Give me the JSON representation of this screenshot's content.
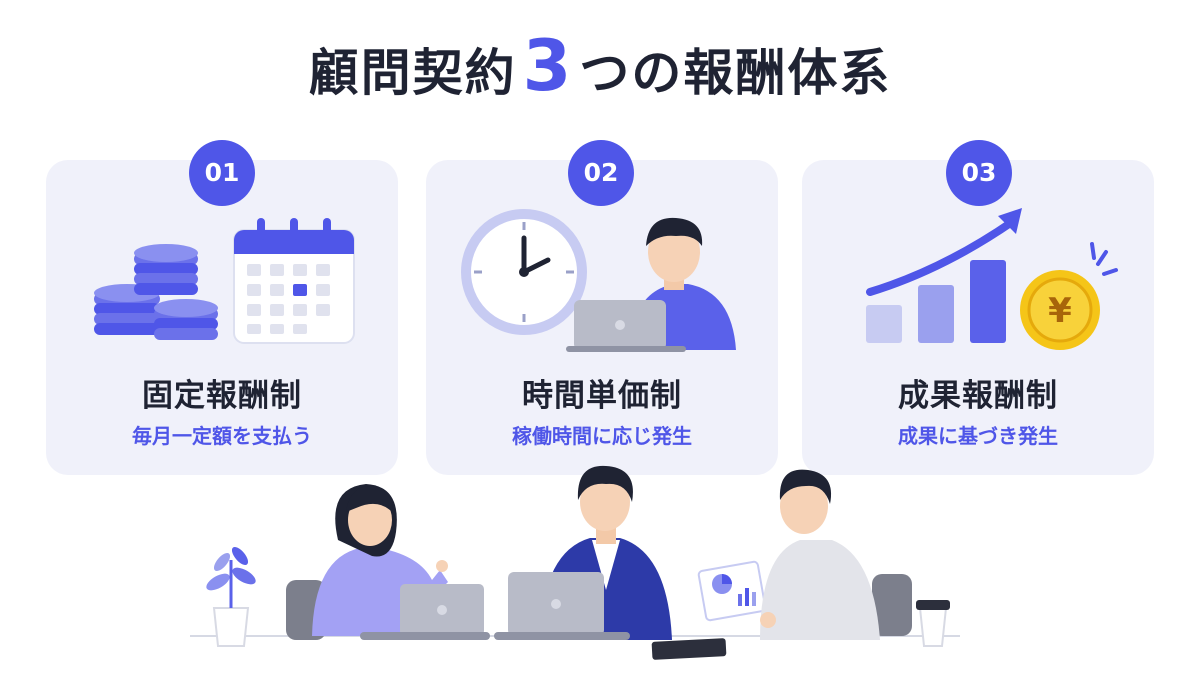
{
  "title": {
    "prefix": "顧問契約",
    "number": "3",
    "suffix": "つの報酬体系"
  },
  "colors": {
    "accent": "#4f56e8",
    "text": "#1f2333",
    "card_bg": "#f0f1fa",
    "coin": "#f5c518"
  },
  "cards": [
    {
      "number": "01",
      "title": "固定報酬制",
      "subtitle": "毎月一定額を支払う",
      "icons": [
        "coins-icon",
        "calendar-icon"
      ]
    },
    {
      "number": "02",
      "title": "時間単価制",
      "subtitle": "稼働時間に応じ発生",
      "icons": [
        "clock-icon",
        "person-laptop-icon"
      ]
    },
    {
      "number": "03",
      "title": "成果報酬制",
      "subtitle": "成果に基づき発生",
      "icons": [
        "growth-chart-icon",
        "yen-coin-icon"
      ]
    }
  ],
  "yen_symbol": "¥"
}
